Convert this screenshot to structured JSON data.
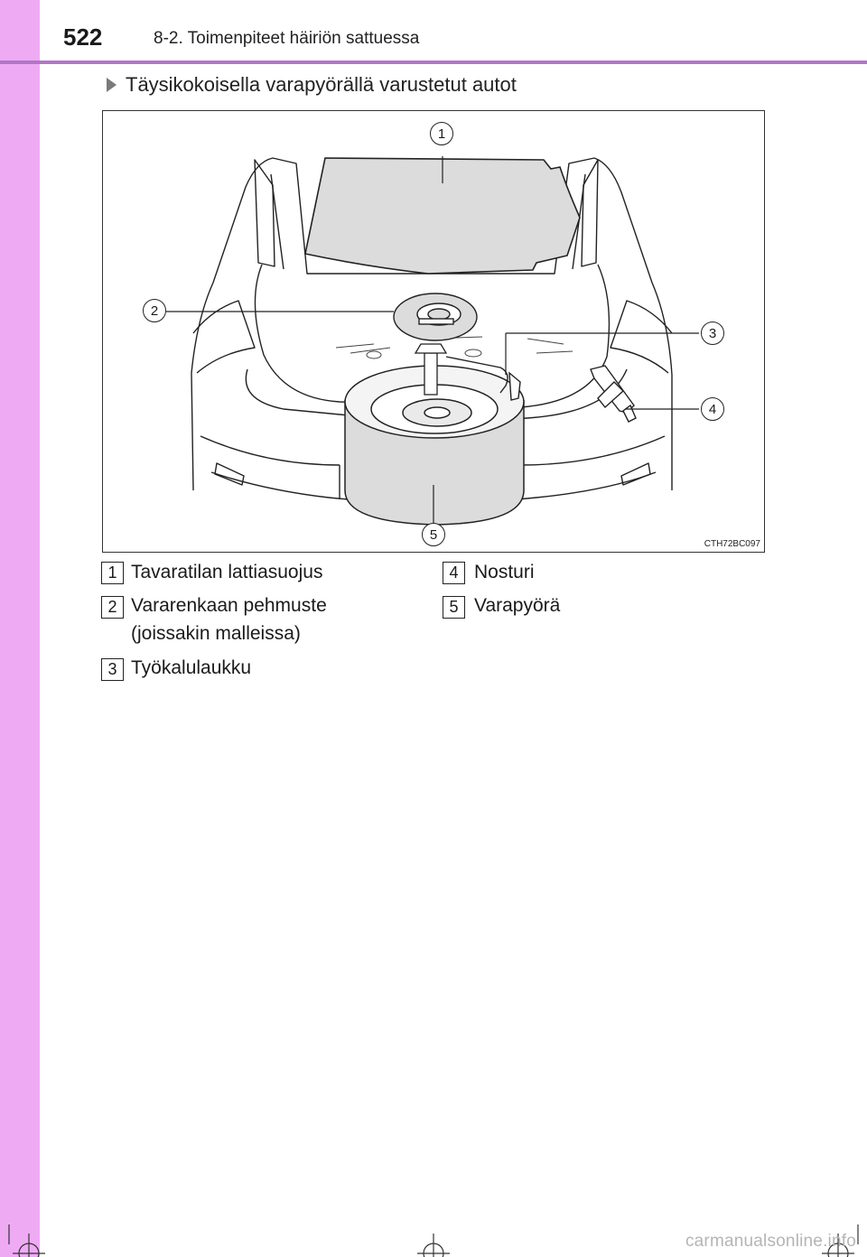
{
  "header": {
    "page_number": "522",
    "section_title": "8-2. Toimenpiteet häiriön sattuessa"
  },
  "subheading": "Täysikokoisella varapyörällä varustetut autot",
  "figure": {
    "code": "CTH72BC097",
    "callouts": [
      "1",
      "2",
      "3",
      "4",
      "5"
    ]
  },
  "legend": [
    {
      "num": "1",
      "lines": [
        "Tavaratilan lattiasuojus"
      ]
    },
    {
      "num": "2",
      "lines": [
        "Vararenkaan pehmuste",
        "(joissakin malleissa)"
      ]
    },
    {
      "num": "3",
      "lines": [
        "Työkalulaukku"
      ]
    },
    {
      "num": "4",
      "lines": [
        "Nosturi"
      ]
    },
    {
      "num": "5",
      "lines": [
        "Varapyörä"
      ]
    }
  ],
  "watermark": "carmanualsonline.info",
  "colors": {
    "sidebar": "#efaaf4",
    "header_rule": "#b276c8"
  }
}
